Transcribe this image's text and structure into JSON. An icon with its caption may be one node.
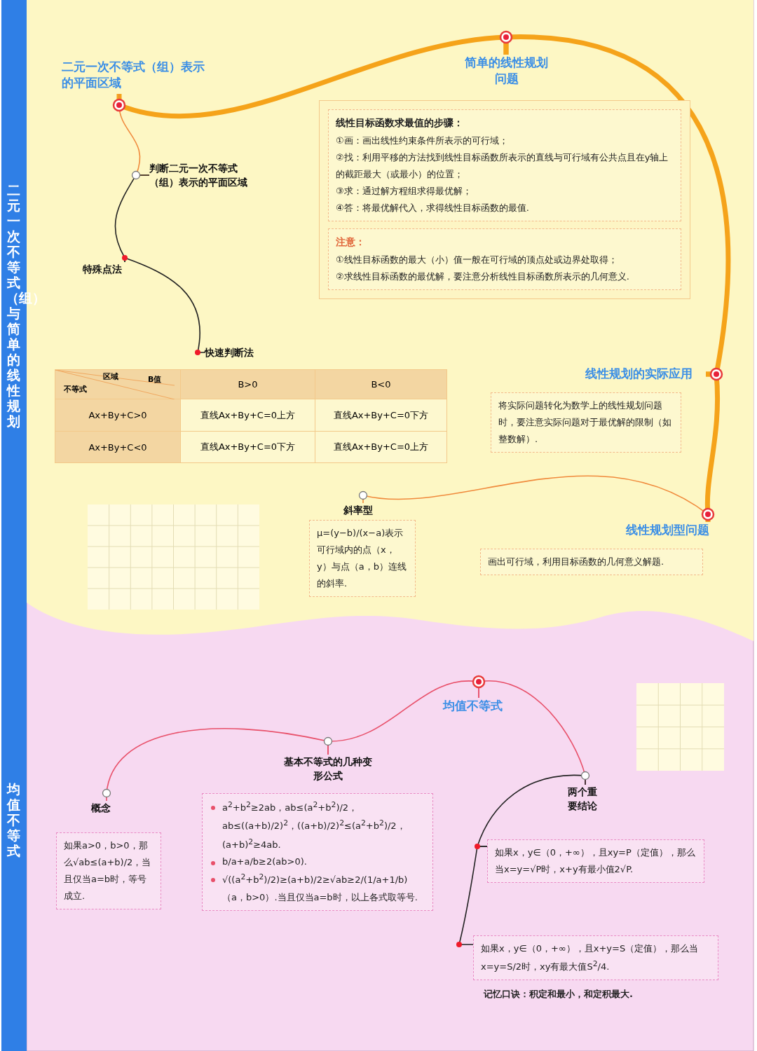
{
  "diagram": {
    "nodes": [
      {
        "text": [
          "二元一次不等式（组）与简单的线性规划"
        ]
      },
      {
        "text": [
          "均值不等式"
        ]
      },
      {
        "text": [
          "二元一次不等式（组）表示的平面区域"
        ]
      },
      {
        "text": [
          "简单的线性规划问题"
        ]
      },
      {
        "text": [],
        "shape": "box"
      },
      {
        "text": [
          "线性目标函数求最值的步骤：",
          "①画：画出线性约束条件所表示的可行域；",
          "②找：利用平移的方法找到线性目标函数所表示的直线与可行域有公共点且在y轴上的截距最大（或最小）的位置；",
          "③求：通过解方程组求得最优解；",
          "④答：将最优解代入，求得线性目标函数的最值."
        ],
        "in": 4
      },
      {
        "text": [
          "注意：",
          "①线性目标函数的最大（小）值一般在可行域的顶点处或边界处取得；",
          "②求线性目标函数的最优解，要注意分析线性目标函数所表示的几何意义."
        ],
        "in": 4
      },
      {
        "text": [
          "判断二元一次不等式（组）表示的平面区域"
        ]
      },
      {
        "text": [
          "特殊点法"
        ]
      },
      {
        "text": [
          "快速判断法"
        ]
      },
      {
        "text": [
          "线性规划的实际应用"
        ]
      },
      {
        "text": [
          "将实际问题转化为数学上的线性规划问题时，要注意实际问题对于最优解的限制（如整数解）."
        ]
      },
      {
        "text": [
          "线性规划型问题"
        ]
      },
      {
        "text": [
          "画出可行域，利用目标函数的几何意义解题."
        ]
      },
      {
        "text": [
          "斜率型"
        ]
      },
      {
        "text": [
          "μ=(y−b)/(x−a)表示可行域内的点（x，y）与点（a，b）连线的斜率."
        ]
      },
      {
        "text": [
          "均值不等式"
        ]
      },
      {
        "text": [
          "概念"
        ]
      },
      {
        "text": [
          "如果a>0，b>0，那么√ab≤(a+b)/2，当且仅当a=b时，等号成立."
        ]
      },
      {
        "text": [
          "基本不等式的几种变形公式"
        ]
      },
      {
        "text": [
          "a$^{2}$+b$^{2}$≥2ab，ab≤(a$^{2}$+b$^{2}$)/2，ab≤((a+b)/2)$^{2}$，((a+b)/2)$^{2}$≤(a$^{2}$+b$^{2}$)/2，(a+b)$^{2}$≥4ab.",
          "b/a+a/b≥2(ab>0).",
          "√((a$^{2}$+b$^{2}$)/2)≥(a+b)/2≥√ab≥2/(1/a+1/b)（a，b>0）.当且仅当a=b时，以上各式取等号."
        ]
      },
      {
        "text": [
          "两个重要结论"
        ]
      },
      {
        "text": [
          "如果x，y∈（0，+∞），且xy=P（定值），那么当x=y=√P时，x+y有最小值2√P."
        ]
      },
      {
        "text": [
          "如果x，y∈（0，+∞），且x+y=S（定值），那么当x=y=S/2时，xy有最大值S$^{2}$/4."
        ]
      }
    ],
    "edges": [
      {
        "from": 2,
        "to": 3,
        "arrow": "none",
        "style": "thick",
        "color": "#f5a31a"
      },
      {
        "from": 3,
        "to": 10,
        "arrow": "none",
        "style": "thick",
        "color": "#f5a31a"
      },
      {
        "from": 10,
        "to": 12,
        "arrow": "none",
        "style": "thick",
        "color": "#f5a31a"
      },
      {
        "from": 12,
        "to": 14,
        "arrow": "none",
        "color": "#f08a3c"
      },
      {
        "from": 2,
        "to": 7,
        "arrow": "none",
        "color": "#f08a3c"
      },
      {
        "from": 7,
        "to": 8,
        "arrow": "none"
      },
      {
        "from": 8,
        "to": 9,
        "arrow": "none"
      },
      {
        "from": 16,
        "to": 19,
        "arrow": "none",
        "color": "#e8506a"
      },
      {
        "from": 19,
        "to": 17,
        "arrow": "none",
        "color": "#e8506a"
      },
      {
        "from": 16,
        "to": 21,
        "arrow": "none",
        "color": "#e8506a"
      },
      {
        "from": 21,
        "to": 22,
        "arrow": "none"
      },
      {
        "from": 22,
        "to": 23,
        "arrow": "none"
      }
    ],
    "labels": [
      "区域",
      "B值",
      "不等式",
      "B>0",
      "B<0",
      "Ax+By+C>0",
      "直线Ax+By+C=0上方",
      "直线Ax+By+C=0下方",
      "Ax+By+C<0",
      "直线Ax+By+C=0下方",
      "直线Ax+By+C=0上方",
      "记忆口诀：积定和最小，和定积最大."
    ]
  }
}
